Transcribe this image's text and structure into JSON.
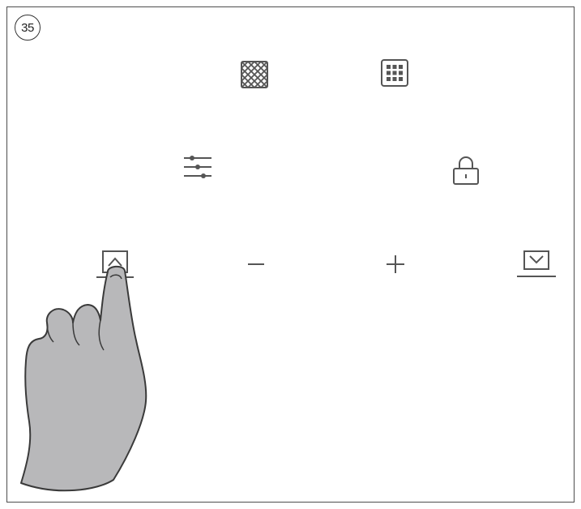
{
  "step_number": "35",
  "controls": [
    {
      "id": "grill",
      "icon": "grill-grid-icon"
    },
    {
      "id": "pizza",
      "icon": "dot-grid-icon"
    },
    {
      "id": "settings",
      "icon": "sliders-icon"
    },
    {
      "id": "lock",
      "icon": "lock-icon"
    },
    {
      "id": "up",
      "icon": "arrow-up-box-icon"
    },
    {
      "id": "minus",
      "icon": "minus-icon"
    },
    {
      "id": "plus",
      "icon": "plus-icon"
    },
    {
      "id": "down",
      "icon": "arrow-down-box-icon"
    }
  ],
  "hand": {
    "icon": "pointing-hand-icon",
    "target": "up"
  },
  "colors": {
    "line": "#555555",
    "hand_fill": "#b8b8ba",
    "hand_outline": "#3a3a3a",
    "frame": "#4d4d4d"
  }
}
